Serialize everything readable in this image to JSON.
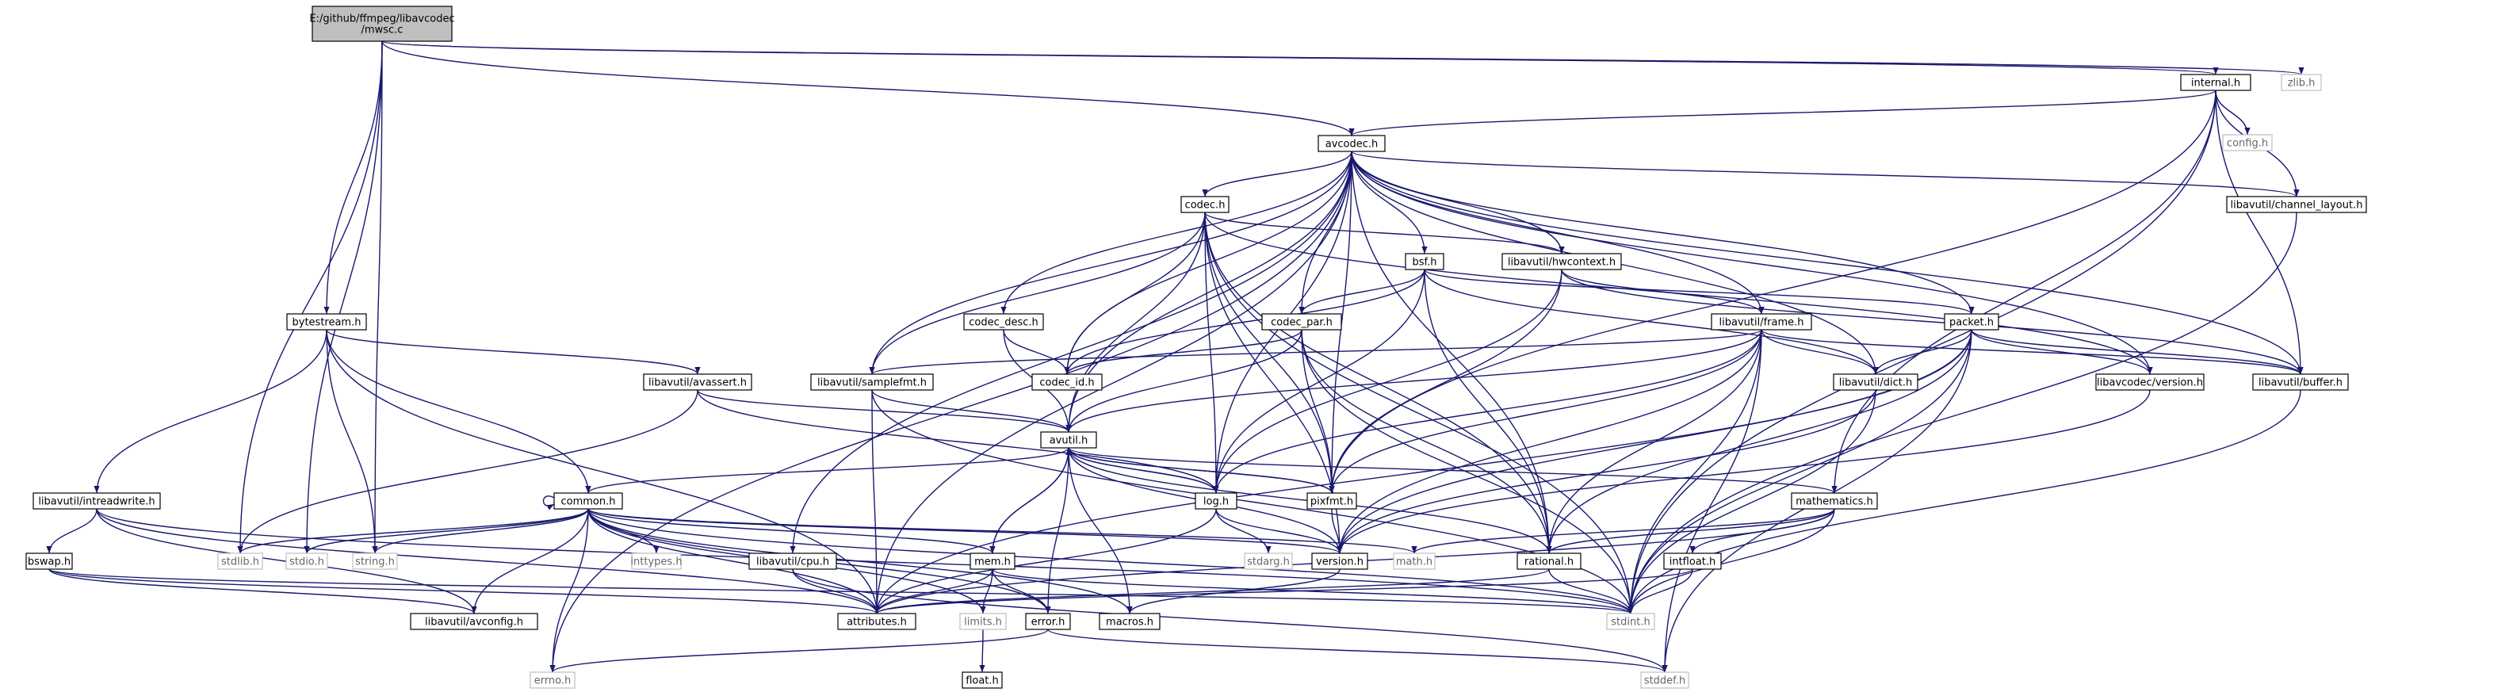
{
  "colors": {
    "edge": "#191970",
    "root_fill": "#bfbfbf",
    "root_border": "#000000",
    "header_border": "#000000",
    "system_border": "#bfbfbf",
    "system_text": "#666666",
    "text": "#000000"
  },
  "nodes": [
    {
      "id": "root",
      "label": [
        "E:/github/ffmpeg/libavcodec",
        "/mwsc.c"
      ],
      "kind": "root"
    },
    {
      "id": "internal",
      "label": [
        "internal.h"
      ],
      "kind": "header"
    },
    {
      "id": "zlib",
      "label": [
        "zlib.h"
      ],
      "kind": "system"
    },
    {
      "id": "avcodec",
      "label": [
        "avcodec.h"
      ],
      "kind": "header"
    },
    {
      "id": "config",
      "label": [
        "config.h"
      ],
      "kind": "system"
    },
    {
      "id": "chlayout",
      "label": [
        "libavutil/channel_layout.h"
      ],
      "kind": "header"
    },
    {
      "id": "codec",
      "label": [
        "codec.h"
      ],
      "kind": "header"
    },
    {
      "id": "bsf",
      "label": [
        "bsf.h"
      ],
      "kind": "header"
    },
    {
      "id": "hwcontext",
      "label": [
        "libavutil/hwcontext.h"
      ],
      "kind": "header"
    },
    {
      "id": "bytestream",
      "label": [
        "bytestream.h"
      ],
      "kind": "header"
    },
    {
      "id": "codec_desc",
      "label": [
        "codec_desc.h"
      ],
      "kind": "header"
    },
    {
      "id": "codec_par",
      "label": [
        "codec_par.h"
      ],
      "kind": "header"
    },
    {
      "id": "packet",
      "label": [
        "packet.h"
      ],
      "kind": "header"
    },
    {
      "id": "frame",
      "label": [
        "libavutil/frame.h"
      ],
      "kind": "header"
    },
    {
      "id": "avassert",
      "label": [
        "libavutil/avassert.h"
      ],
      "kind": "header"
    },
    {
      "id": "samplefmt",
      "label": [
        "libavutil/samplefmt.h"
      ],
      "kind": "header"
    },
    {
      "id": "codec_id",
      "label": [
        "codec_id.h"
      ],
      "kind": "header"
    },
    {
      "id": "dict",
      "label": [
        "libavutil/dict.h"
      ],
      "kind": "header"
    },
    {
      "id": "lcversion",
      "label": [
        "libavcodec/version.h"
      ],
      "kind": "header"
    },
    {
      "id": "buffer",
      "label": [
        "libavutil/buffer.h"
      ],
      "kind": "header"
    },
    {
      "id": "avutil",
      "label": [
        "avutil.h"
      ],
      "kind": "header"
    },
    {
      "id": "intreadwrite",
      "label": [
        "libavutil/intreadwrite.h"
      ],
      "kind": "header"
    },
    {
      "id": "common",
      "label": [
        "common.h"
      ],
      "kind": "header"
    },
    {
      "id": "log",
      "label": [
        "log.h"
      ],
      "kind": "header"
    },
    {
      "id": "pixfmt",
      "label": [
        "pixfmt.h"
      ],
      "kind": "header"
    },
    {
      "id": "mathematics",
      "label": [
        "mathematics.h"
      ],
      "kind": "header"
    },
    {
      "id": "bswap",
      "label": [
        "bswap.h"
      ],
      "kind": "header"
    },
    {
      "id": "stdlib",
      "label": [
        "stdlib.h"
      ],
      "kind": "system"
    },
    {
      "id": "stdio",
      "label": [
        "stdio.h"
      ],
      "kind": "system"
    },
    {
      "id": "string",
      "label": [
        "string.h"
      ],
      "kind": "system"
    },
    {
      "id": "inttypes",
      "label": [
        "inttypes.h"
      ],
      "kind": "system"
    },
    {
      "id": "cpu",
      "label": [
        "libavutil/cpu.h"
      ],
      "kind": "header"
    },
    {
      "id": "mem",
      "label": [
        "mem.h"
      ],
      "kind": "header"
    },
    {
      "id": "stdarg",
      "label": [
        "stdarg.h"
      ],
      "kind": "system"
    },
    {
      "id": "version",
      "label": [
        "version.h"
      ],
      "kind": "header"
    },
    {
      "id": "math",
      "label": [
        "math.h"
      ],
      "kind": "system"
    },
    {
      "id": "rational",
      "label": [
        "rational.h"
      ],
      "kind": "header"
    },
    {
      "id": "intfloat",
      "label": [
        "intfloat.h"
      ],
      "kind": "header"
    },
    {
      "id": "avconfig",
      "label": [
        "libavutil/avconfig.h"
      ],
      "kind": "header"
    },
    {
      "id": "attributes",
      "label": [
        "attributes.h"
      ],
      "kind": "header"
    },
    {
      "id": "limits",
      "label": [
        "limits.h"
      ],
      "kind": "system"
    },
    {
      "id": "error",
      "label": [
        "error.h"
      ],
      "kind": "header"
    },
    {
      "id": "macros",
      "label": [
        "macros.h"
      ],
      "kind": "header"
    },
    {
      "id": "stdint",
      "label": [
        "stdint.h"
      ],
      "kind": "system"
    },
    {
      "id": "errno",
      "label": [
        "errno.h"
      ],
      "kind": "system"
    },
    {
      "id": "float",
      "label": [
        "float.h"
      ],
      "kind": "header"
    },
    {
      "id": "stddef",
      "label": [
        "stddef.h"
      ],
      "kind": "system"
    }
  ],
  "edges": [
    [
      "root",
      "internal"
    ],
    [
      "root",
      "zlib"
    ],
    [
      "root",
      "avcodec"
    ],
    [
      "root",
      "bytestream"
    ],
    [
      "root",
      "stdlib"
    ],
    [
      "root",
      "stdio"
    ],
    [
      "root",
      "string"
    ],
    [
      "internal",
      "avcodec"
    ],
    [
      "internal",
      "config"
    ],
    [
      "internal",
      "chlayout"
    ],
    [
      "internal",
      "buffer"
    ],
    [
      "internal",
      "pixfmt"
    ],
    [
      "internal",
      "mathematics"
    ],
    [
      "internal",
      "stdint"
    ],
    [
      "avcodec",
      "codec"
    ],
    [
      "avcodec",
      "bsf"
    ],
    [
      "avcodec",
      "hwcontext"
    ],
    [
      "avcodec",
      "chlayout"
    ],
    [
      "avcodec",
      "codec_desc"
    ],
    [
      "avcodec",
      "codec_par"
    ],
    [
      "avcodec",
      "packet"
    ],
    [
      "avcodec",
      "frame"
    ],
    [
      "avcodec",
      "samplefmt"
    ],
    [
      "avcodec",
      "codec_id"
    ],
    [
      "avcodec",
      "dict"
    ],
    [
      "avcodec",
      "lcversion"
    ],
    [
      "avcodec",
      "buffer"
    ],
    [
      "avcodec",
      "avutil"
    ],
    [
      "avcodec",
      "log"
    ],
    [
      "avcodec",
      "pixfmt"
    ],
    [
      "avcodec",
      "rational"
    ],
    [
      "avcodec",
      "attributes"
    ],
    [
      "avcodec",
      "errno"
    ],
    [
      "avcodec",
      "cpu"
    ],
    [
      "chlayout",
      "stdint"
    ],
    [
      "codec",
      "hwcontext"
    ],
    [
      "codec",
      "lcversion"
    ],
    [
      "codec",
      "samplefmt"
    ],
    [
      "codec",
      "codec_id"
    ],
    [
      "codec",
      "avutil"
    ],
    [
      "codec",
      "log"
    ],
    [
      "codec",
      "pixfmt"
    ],
    [
      "codec",
      "rational"
    ],
    [
      "codec",
      "stdint"
    ],
    [
      "codec",
      "version"
    ],
    [
      "bsf",
      "codec_par"
    ],
    [
      "bsf",
      "packet"
    ],
    [
      "bsf",
      "dict"
    ],
    [
      "bsf",
      "codec_id"
    ],
    [
      "bsf",
      "log"
    ],
    [
      "bsf",
      "rational"
    ],
    [
      "hwcontext",
      "frame"
    ],
    [
      "hwcontext",
      "buffer"
    ],
    [
      "hwcontext",
      "log"
    ],
    [
      "hwcontext",
      "pixfmt"
    ],
    [
      "bytestream",
      "avassert"
    ],
    [
      "bytestream",
      "intreadwrite"
    ],
    [
      "bytestream",
      "common"
    ],
    [
      "bytestream",
      "string"
    ],
    [
      "bytestream",
      "attributes"
    ],
    [
      "codec_desc",
      "codec_id"
    ],
    [
      "codec_desc",
      "avutil"
    ],
    [
      "codec_par",
      "codec_id"
    ],
    [
      "codec_par",
      "avutil"
    ],
    [
      "codec_par",
      "pixfmt"
    ],
    [
      "codec_par",
      "rational"
    ],
    [
      "codec_par",
      "stdint"
    ],
    [
      "packet",
      "dict"
    ],
    [
      "packet",
      "lcversion"
    ],
    [
      "packet",
      "buffer"
    ],
    [
      "packet",
      "rational"
    ],
    [
      "packet",
      "attributes"
    ],
    [
      "packet",
      "version"
    ],
    [
      "packet",
      "stdint"
    ],
    [
      "packet",
      "stddef"
    ],
    [
      "frame",
      "samplefmt"
    ],
    [
      "frame",
      "dict"
    ],
    [
      "frame",
      "buffer"
    ],
    [
      "frame",
      "avutil"
    ],
    [
      "frame",
      "log"
    ],
    [
      "frame",
      "pixfmt"
    ],
    [
      "frame",
      "rational"
    ],
    [
      "frame",
      "version"
    ],
    [
      "frame",
      "stdint"
    ],
    [
      "frame",
      "stddef"
    ],
    [
      "avassert",
      "avutil"
    ],
    [
      "avassert",
      "log"
    ],
    [
      "avassert",
      "stdlib"
    ],
    [
      "samplefmt",
      "avutil"
    ],
    [
      "samplefmt",
      "attributes"
    ],
    [
      "samplefmt",
      "stdint"
    ],
    [
      "dict",
      "version"
    ],
    [
      "dict",
      "stdint"
    ],
    [
      "lcversion",
      "version"
    ],
    [
      "buffer",
      "stdint"
    ],
    [
      "avutil",
      "common"
    ],
    [
      "avutil",
      "log"
    ],
    [
      "avutil",
      "pixfmt"
    ],
    [
      "avutil",
      "mathematics"
    ],
    [
      "avutil",
      "rational"
    ],
    [
      "avutil",
      "version"
    ],
    [
      "avutil",
      "error"
    ],
    [
      "avutil",
      "macros"
    ],
    [
      "avutil",
      "mem"
    ],
    [
      "intreadwrite",
      "bswap"
    ],
    [
      "intreadwrite",
      "avconfig"
    ],
    [
      "intreadwrite",
      "attributes"
    ],
    [
      "intreadwrite",
      "stdint"
    ],
    [
      "common",
      "stdlib"
    ],
    [
      "common",
      "stdio"
    ],
    [
      "common",
      "string"
    ],
    [
      "common",
      "inttypes"
    ],
    [
      "common",
      "errno"
    ],
    [
      "common",
      "limits"
    ],
    [
      "common",
      "math"
    ],
    [
      "common",
      "attributes"
    ],
    [
      "common",
      "macros"
    ],
    [
      "common",
      "version"
    ],
    [
      "common",
      "avconfig"
    ],
    [
      "common",
      "mem"
    ],
    [
      "common",
      "error"
    ],
    [
      "common",
      "stdint"
    ],
    [
      "common",
      "common"
    ],
    [
      "log",
      "stdarg"
    ],
    [
      "log",
      "attributes"
    ],
    [
      "log",
      "version"
    ],
    [
      "log",
      "avutil"
    ],
    [
      "pixfmt",
      "avutil"
    ],
    [
      "pixfmt",
      "version"
    ],
    [
      "mathematics",
      "math"
    ],
    [
      "mathematics",
      "rational"
    ],
    [
      "mathematics",
      "intfloat"
    ],
    [
      "mathematics",
      "attributes"
    ],
    [
      "mathematics",
      "stdint"
    ],
    [
      "bswap",
      "avconfig"
    ],
    [
      "bswap",
      "attributes"
    ],
    [
      "bswap",
      "stdint"
    ],
    [
      "cpu",
      "attributes"
    ],
    [
      "cpu",
      "stddef"
    ],
    [
      "mem",
      "attributes"
    ],
    [
      "mem",
      "limits"
    ],
    [
      "mem",
      "error"
    ],
    [
      "mem",
      "stdint"
    ],
    [
      "mem",
      "avutil"
    ],
    [
      "version",
      "macros"
    ],
    [
      "rational",
      "attributes"
    ],
    [
      "rational",
      "stdint"
    ],
    [
      "intfloat",
      "attributes"
    ],
    [
      "intfloat",
      "stdint"
    ],
    [
      "limits",
      "float"
    ],
    [
      "error",
      "errno"
    ],
    [
      "error",
      "stddef"
    ]
  ]
}
